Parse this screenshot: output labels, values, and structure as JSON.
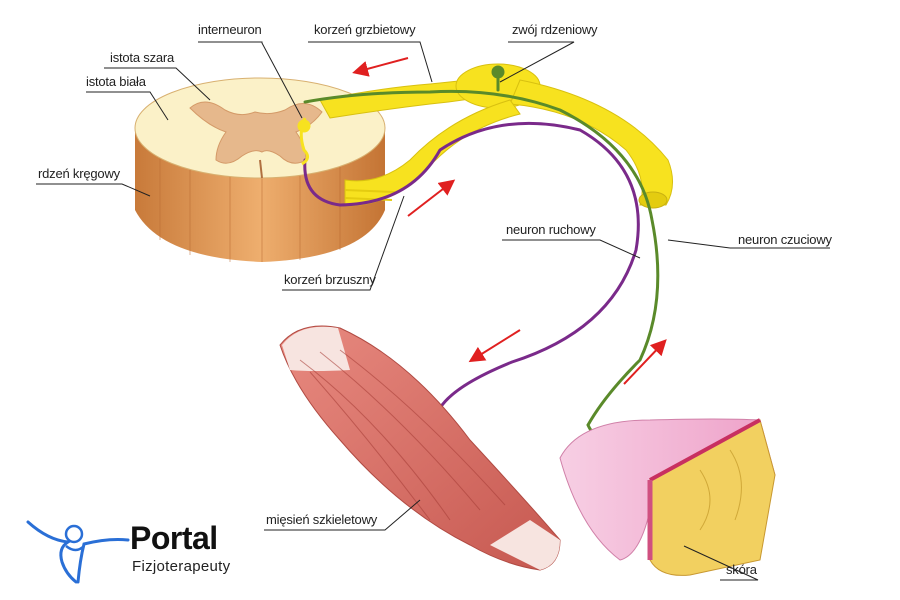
{
  "labels": {
    "interneuron": "interneuron",
    "dorsal_root": "korzeń grzbietowy",
    "spinal_ganglion": "zwój rdzeniowy",
    "gray_matter": "istota szara",
    "white_matter": "istota biała",
    "spinal_cord": "rdzeń kręgowy",
    "ventral_root": "korzeń brzuszny",
    "motor_neuron": "neuron ruchowy",
    "sensory_neuron": "neuron czuciowy",
    "skeletal_muscle": "mięsień szkieletowy",
    "skin": "skóra"
  },
  "logo": {
    "title": "Portal",
    "subtitle": "Fizjoterapeuty"
  },
  "colors": {
    "nerve_yellow": "#f7e21f",
    "sensory_green": "#5a8a2a",
    "motor_purple": "#7a2a8a",
    "arrow_red": "#e02020",
    "muscle_red": "#d06860",
    "skin_pink": "#f4b6d6",
    "cord_orange": "#e8a868",
    "white_matter": "#fbf1c8",
    "gray_matter": "#e6b88c",
    "logo_blue": "#2a6fd6"
  },
  "icons": [
    "person-arms-raised-icon"
  ]
}
